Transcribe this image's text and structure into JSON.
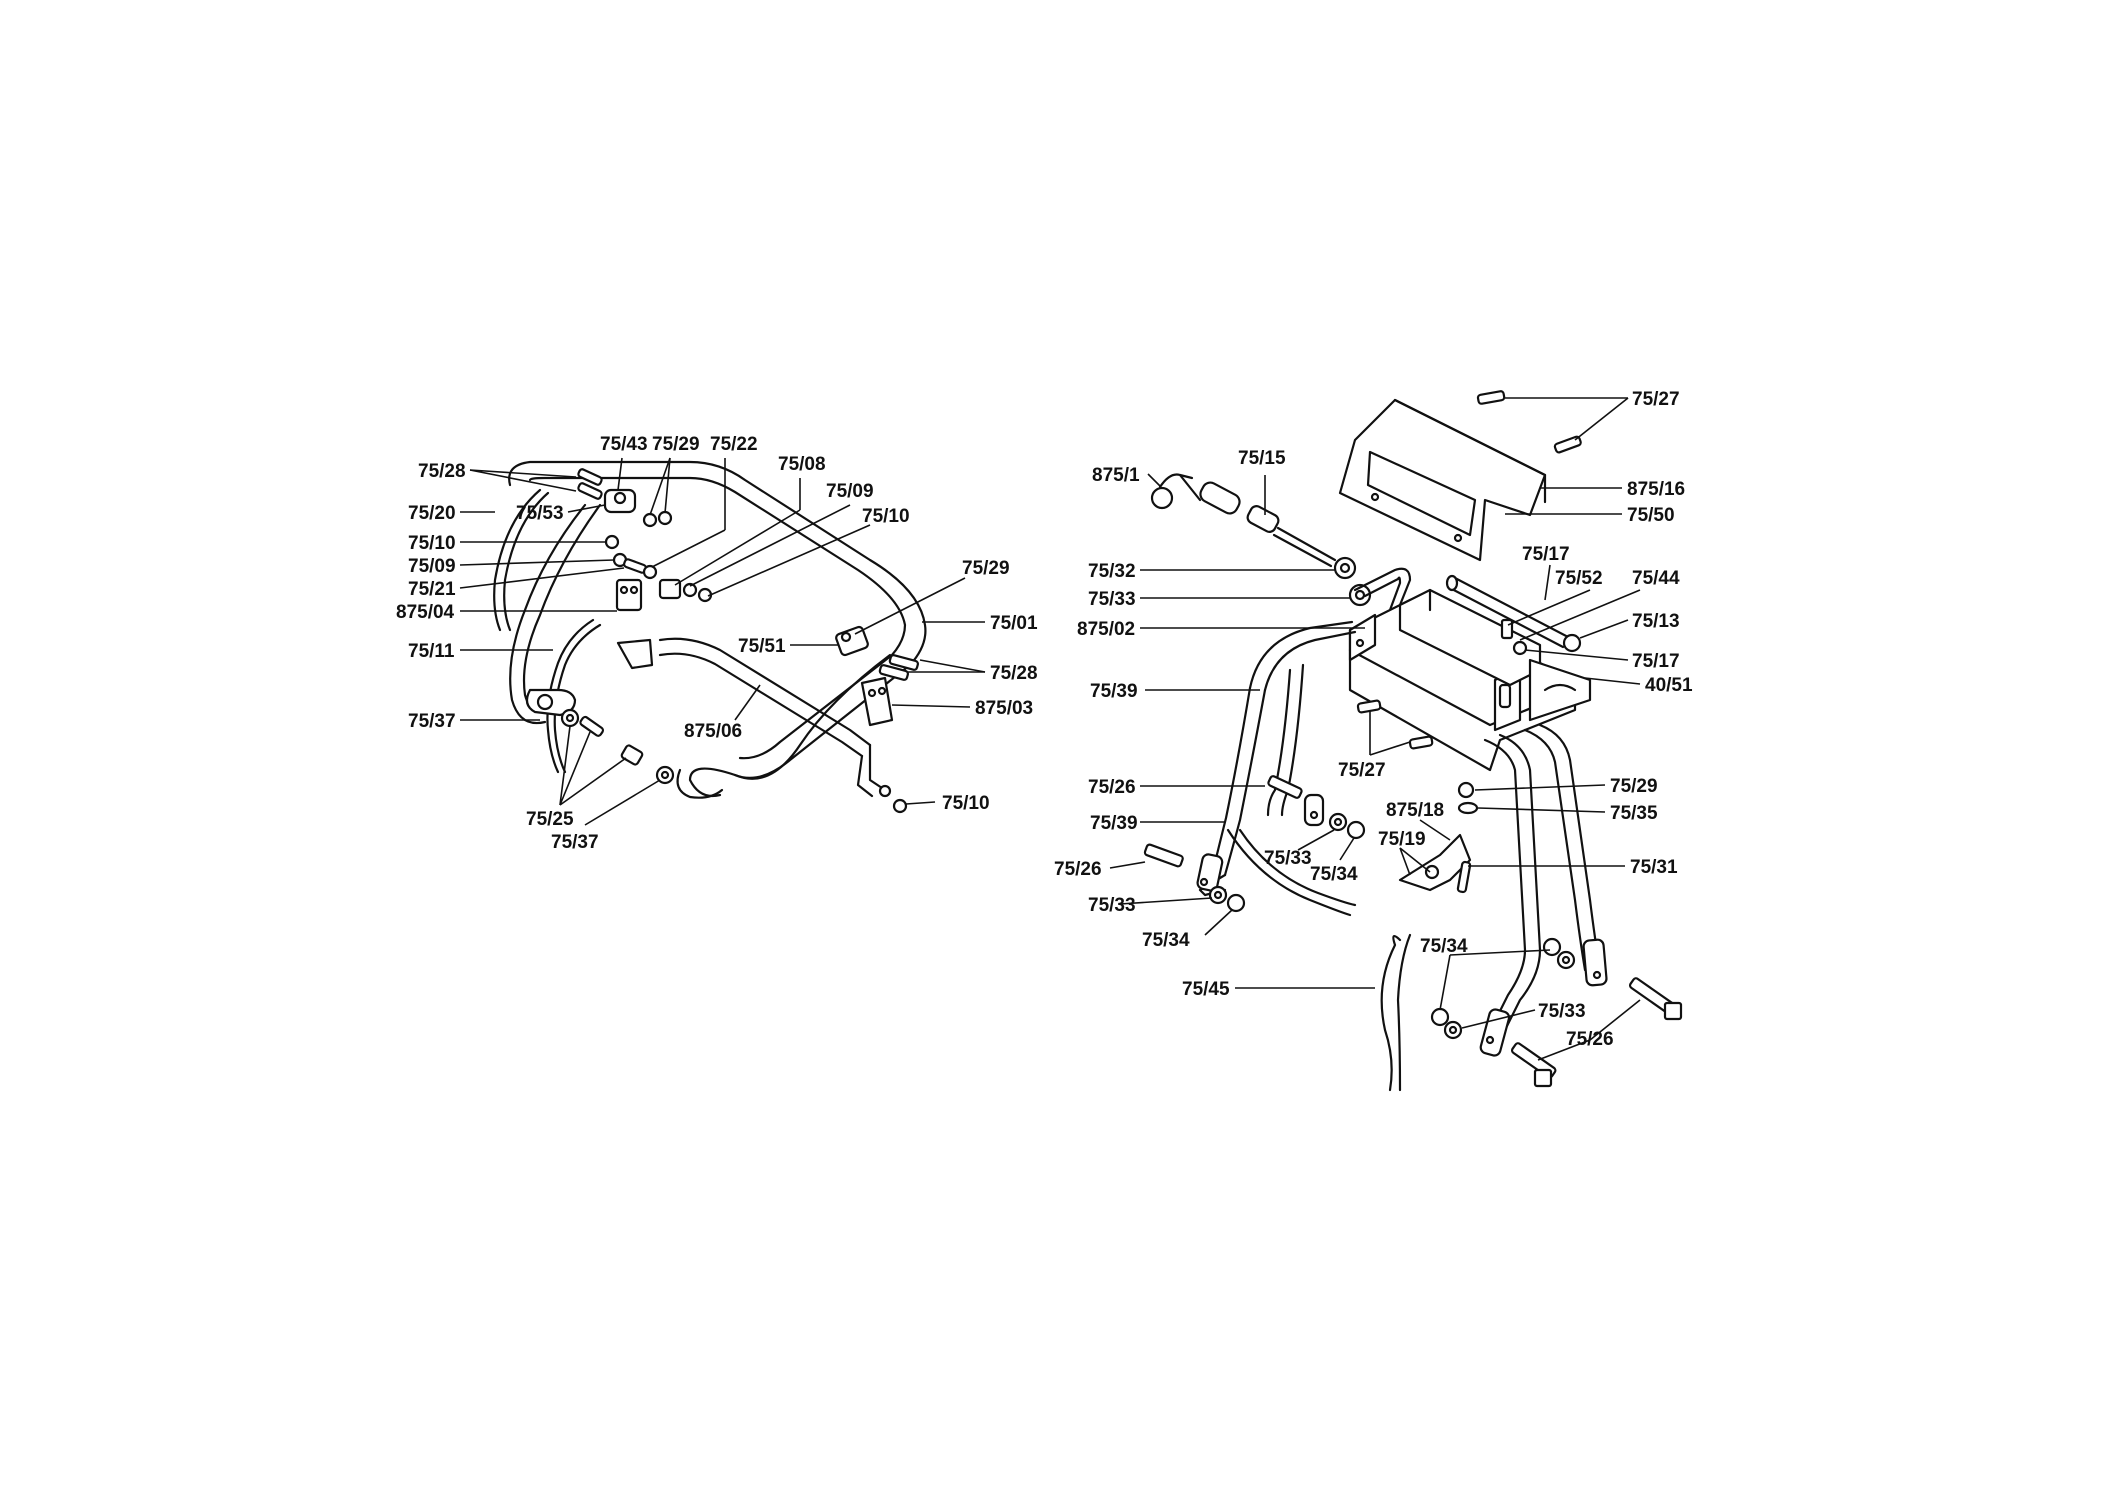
{
  "labels": {
    "l7528a": "75/28",
    "l7520": "75/20",
    "l7553": "75/53",
    "l7510a": "75/10",
    "l7509a": "75/09",
    "l7521": "75/21",
    "l87504": "875/04",
    "l7511": "75/11",
    "l7537a": "75/37",
    "l7525": "75/25",
    "l7537b": "75/37",
    "l7543": "75/43",
    "l7529a": "75/29",
    "l7522": "75/22",
    "l7508": "75/08",
    "l7509b": "75/09",
    "l7510b": "75/10",
    "l7529b": "75/29",
    "l7501": "75/01",
    "l7551": "75/51",
    "l7528b": "75/28",
    "l87503": "875/03",
    "l87506": "875/06",
    "l7510c": "75/10",
    "l8751": "875/1",
    "l7515": "75/15",
    "l7527a": "75/27",
    "l87516": "875/16",
    "l7550": "75/50",
    "l7532": "75/32",
    "l7533a": "75/33",
    "l87502": "875/02",
    "l7517a": "75/17",
    "l7552": "75/52",
    "l7544": "75/44",
    "l7513": "75/13",
    "l7517b": "75/17",
    "l4051": "40/51",
    "l7539a": "75/39",
    "l7527b": "75/27",
    "l7526a": "75/26",
    "l7529c": "75/29",
    "l87518": "875/18",
    "l7535": "75/35",
    "l7539b": "75/39",
    "l7519": "75/19",
    "l7533b": "75/33",
    "l7534a": "75/34",
    "l7531": "75/31",
    "l7526b": "75/26",
    "l7533c": "75/33",
    "l7534b": "75/34",
    "l7545": "75/45",
    "l7534c": "75/34",
    "l7533d": "75/33",
    "l7526c": "75/26"
  }
}
